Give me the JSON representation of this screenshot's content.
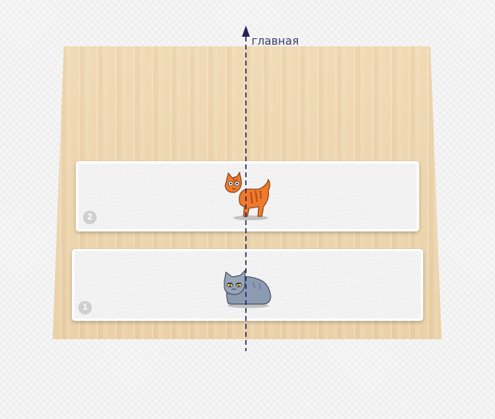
{
  "branch": {
    "label": "главная"
  },
  "slots": [
    {
      "badge": "2",
      "character": "orange-cat"
    },
    {
      "badge": "1",
      "character": "gray-cat"
    }
  ],
  "colors": {
    "axis": "#23235a",
    "board": "#ecd4ad",
    "badge": "#cfcfcf",
    "orange_cat": "#f07a2c",
    "gray_cat": "#8d9bb2"
  }
}
